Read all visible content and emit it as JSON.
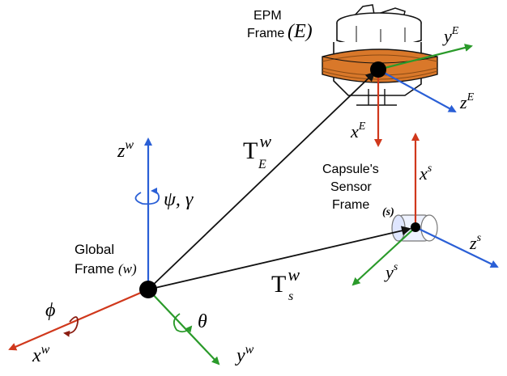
{
  "colors": {
    "x_axis": "#d0381c",
    "y_axis": "#2a9a2a",
    "z_axis": "#2a5fd6",
    "link": "#111111",
    "rotation_red": "#8b1c10",
    "coil": "#d9782a"
  },
  "labels": {
    "global_frame_line1": "Global",
    "global_frame_line2": "Frame",
    "global_frame_symbol": "(w)",
    "epm_frame_line1": "EPM",
    "epm_frame_line2": "Frame",
    "epm_frame_symbol": "(E)",
    "capsule_line1": "Capsule's",
    "capsule_line2": "Sensor",
    "capsule_line3": "Frame",
    "capsule_symbol": "(s)"
  },
  "axes": {
    "world": {
      "x": "x",
      "y": "y",
      "z": "z",
      "sup": "w"
    },
    "epm": {
      "x": "x",
      "y": "y",
      "z": "z",
      "sup": "E"
    },
    "sensor": {
      "x": "x",
      "y": "y",
      "z": "z",
      "sup": "s"
    }
  },
  "rotations": {
    "phi": "ϕ",
    "theta": "θ",
    "psi_gamma": "ψ, γ"
  },
  "transforms": {
    "to_epm": {
      "base": "T",
      "sup": "w",
      "sub": "E"
    },
    "to_sensor": {
      "base": "T",
      "sup": "w",
      "sub": "s"
    }
  }
}
